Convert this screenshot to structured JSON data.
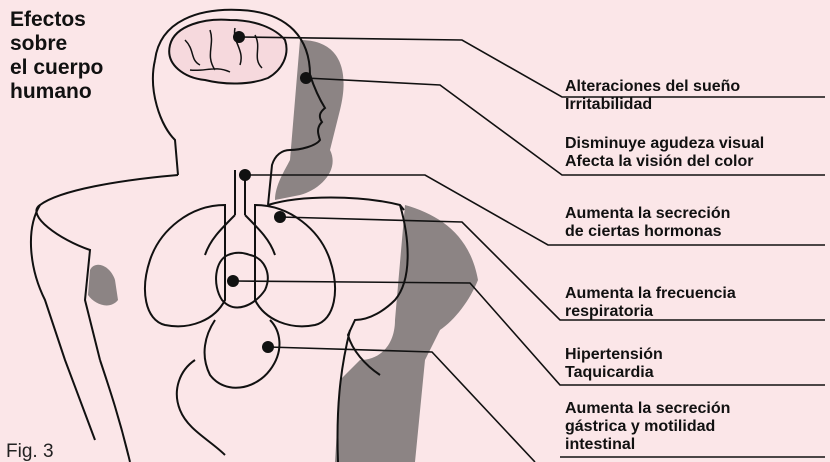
{
  "title_lines": [
    "Efectos",
    "sobre",
    "el cuerpo",
    "humano"
  ],
  "effects": [
    {
      "lines": [
        "Alteraciones del sueño",
        "Irritabilidad"
      ]
    },
    {
      "lines": [
        "Disminuye agudeza visual",
        "Afecta la visión del color"
      ]
    },
    {
      "lines": [
        "Aumenta la secreción",
        "de ciertas hormonas"
      ]
    },
    {
      "lines": [
        "Aumenta la frecuencia",
        "respiratoria"
      ]
    },
    {
      "lines": [
        "Hipertensión",
        "Taquicardia"
      ]
    },
    {
      "lines": [
        "Aumenta la secreción",
        "gástrica y motilidad",
        "intestinal"
      ]
    }
  ],
  "figure_label": "Fig. 3",
  "colors": {
    "background": "#fbe6e8",
    "ink": "#111111",
    "shadow": "#8c8484"
  }
}
